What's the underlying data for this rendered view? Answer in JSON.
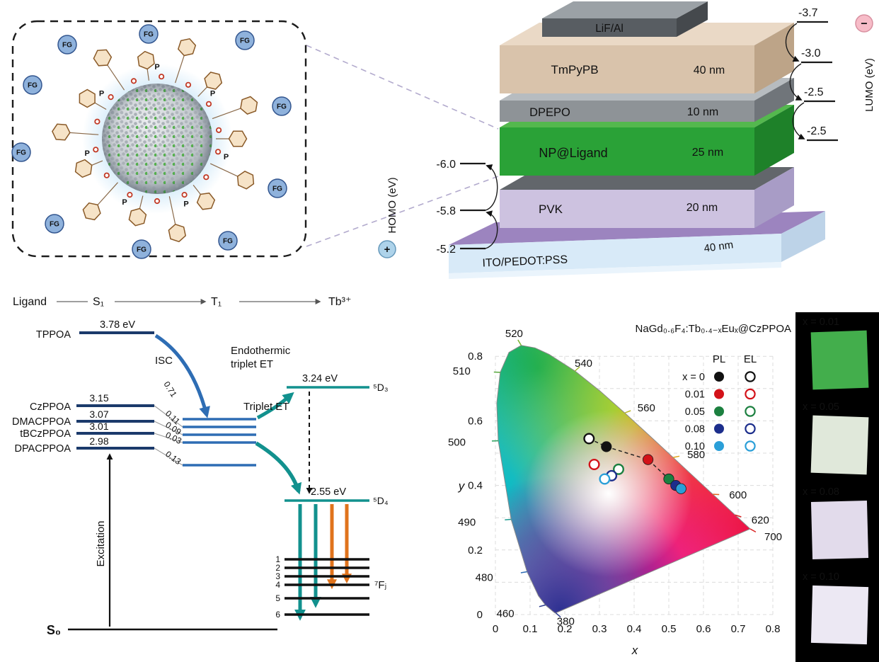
{
  "nanoparticle": {
    "fg_label": "FG",
    "p_label": "P"
  },
  "device": {
    "layers": [
      {
        "name": "LiF/Al",
        "thickness": "",
        "color": "#585d62"
      },
      {
        "name": "TmPyPB",
        "thickness": "40 nm",
        "color": "#d9c3ab"
      },
      {
        "name": "DPEPO",
        "thickness": "10 nm",
        "color": "#8e9397"
      },
      {
        "name": "NP@Ligand",
        "thickness": "25 nm",
        "color": "#2aa237"
      },
      {
        "name": "PVK",
        "thickness": "20 nm",
        "color": "#cdc2e0"
      },
      {
        "name": "ITO/PEDOT:PSS",
        "thickness": "40 nm",
        "color": "#d8eaf8"
      }
    ],
    "homo_label": "HOMO (eV)",
    "homo_levels": [
      "-6.0",
      "-5.8",
      "-5.2"
    ],
    "anode_symbol": "+",
    "lumo_label": "LUMO (eV)",
    "lumo_levels": [
      "-3.7",
      "-3.0",
      "-2.5",
      "-2.5"
    ],
    "cathode_symbol": "−"
  },
  "energy_diagram": {
    "header": {
      "ligand": "Ligand",
      "s1": "S₁",
      "t1": "T₁",
      "acceptor": "Tb³⁺"
    },
    "ligand_levels": [
      {
        "name": "TPPOA",
        "energy": "3.78 eV"
      },
      {
        "name": "CzPPOA",
        "energy": "3.15"
      },
      {
        "name": "DMACPPOA",
        "energy": "3.07"
      },
      {
        "name": "tBCzPPOA",
        "energy": "3.01"
      },
      {
        "name": "DPACPPOA",
        "energy": "2.98"
      }
    ],
    "isc_label": "ISC",
    "isc_rates": [
      "0.71",
      "0.11",
      "0.09",
      "0.03",
      "0.13"
    ],
    "endothermic_line1": "Endothermic",
    "endothermic_line2": "triplet ET",
    "triplet_et_label": "Triplet ET",
    "d3": {
      "energy": "3.24 eV",
      "term": "⁵D₃"
    },
    "d4": {
      "energy": "2.55 eV",
      "term": "⁵D₄"
    },
    "fj_term": "⁷Fⱼ",
    "fj_indices": [
      "1",
      "2",
      "3",
      "4",
      "5",
      "6"
    ],
    "excitation_label": "Excitation",
    "ground_state": "S₀"
  },
  "chart_data": {
    "type": "scatter",
    "diagram": "CIE 1931 chromaticity",
    "title": "NaGd₀.₆F₄:Tb₀.₄₋ₓEuₓ@CzPPOA",
    "xlabel": "x",
    "ylabel": "y",
    "xlim": [
      0,
      0.8
    ],
    "ylim": [
      0,
      0.8
    ],
    "grid": "dashed",
    "x_ticks": [
      "0",
      "0.1",
      "0.2",
      "0.3",
      "0.4",
      "0.5",
      "0.6",
      "0.7",
      "0.8"
    ],
    "y_ticks": [
      "0",
      "0.2",
      "0.4",
      "0.6",
      "0.8"
    ],
    "legend": {
      "col_headers": [
        "PL",
        "EL"
      ],
      "rows": [
        {
          "label": "x  =  0",
          "color": "#111111"
        },
        {
          "label": "0.01",
          "color": "#d31219"
        },
        {
          "label": "0.05",
          "color": "#1c8040"
        },
        {
          "label": "0.08",
          "color": "#1c2e8c"
        },
        {
          "label": "0.10",
          "color": "#2b9fd8"
        }
      ]
    },
    "series": [
      {
        "name": "PL",
        "marker": "filled",
        "points": [
          {
            "x": 0.32,
            "y": 0.52
          },
          {
            "x": 0.44,
            "y": 0.48
          },
          {
            "x": 0.5,
            "y": 0.42
          },
          {
            "x": 0.52,
            "y": 0.4
          },
          {
            "x": 0.535,
            "y": 0.39
          }
        ]
      },
      {
        "name": "EL",
        "marker": "open",
        "points": [
          {
            "x": 0.27,
            "y": 0.545
          },
          {
            "x": 0.285,
            "y": 0.465
          },
          {
            "x": 0.355,
            "y": 0.45
          },
          {
            "x": 0.335,
            "y": 0.43
          },
          {
            "x": 0.315,
            "y": 0.42
          }
        ]
      }
    ],
    "wavelength_labels": [
      {
        "nm": "380",
        "color": "#2a3a8c"
      },
      {
        "nm": "460",
        "color": "#2a3a8c"
      },
      {
        "nm": "480",
        "color": "#2d6cb5"
      },
      {
        "nm": "490",
        "color": "#1d9a8f"
      },
      {
        "nm": "500",
        "color": "#2aa05c"
      },
      {
        "nm": "510",
        "color": "#58a83c"
      },
      {
        "nm": "520",
        "color": "#7ab32e"
      },
      {
        "nm": "540",
        "color": "#a0b828"
      },
      {
        "nm": "560",
        "color": "#b8b428"
      },
      {
        "nm": "580",
        "color": "#e0a418"
      },
      {
        "nm": "600",
        "color": "#e2641e"
      },
      {
        "nm": "620",
        "color": "#d92121"
      },
      {
        "nm": "700",
        "color": "#d92121"
      }
    ]
  },
  "photo_strip": {
    "items": [
      {
        "label": "x = 0.01",
        "color": "#43ae4c"
      },
      {
        "label": "x = 0.05",
        "color": "#e0e8da"
      },
      {
        "label": "x = 0.08",
        "color": "#e2dbeb"
      },
      {
        "label": "x = 0.10",
        "color": "#ece8f3"
      }
    ]
  }
}
